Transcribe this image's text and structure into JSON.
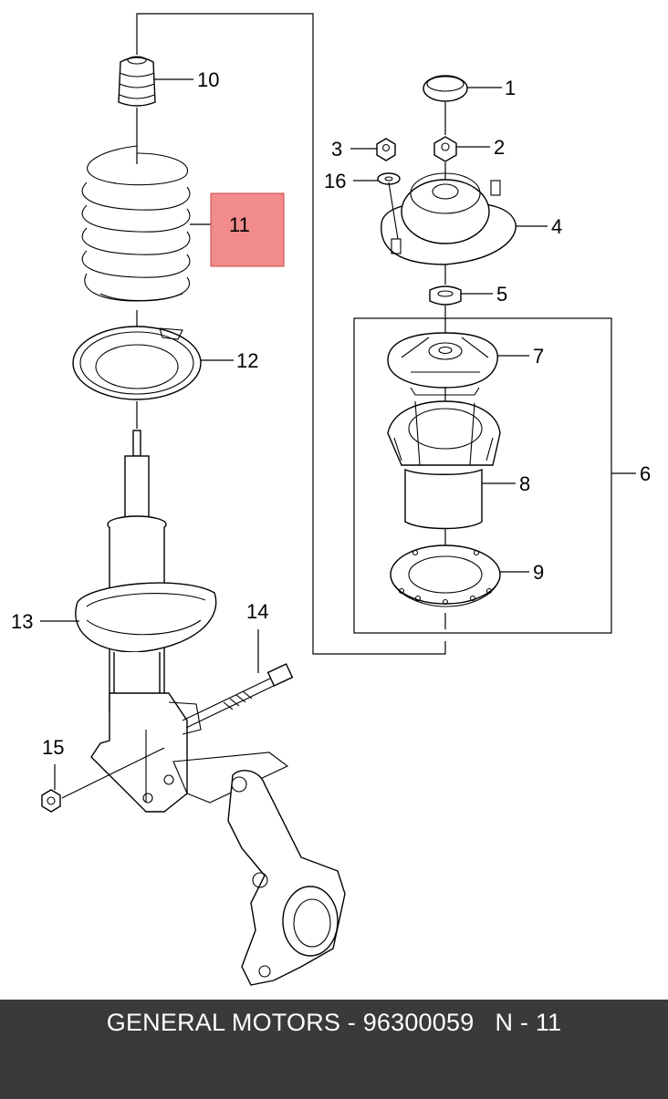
{
  "labels": {
    "l1": "1",
    "l2": "2",
    "l3": "3",
    "l4": "4",
    "l5": "5",
    "l6": "6",
    "l7": "7",
    "l8": "8",
    "l9": "9",
    "l10": "10",
    "l11": "11",
    "l12": "12",
    "l13": "13",
    "l14": "14",
    "l15": "15",
    "l16": "16"
  },
  "highlight_color": "#f28b8b",
  "footer": {
    "text": "GENERAL MOTORS - 96300059   N - 11"
  }
}
